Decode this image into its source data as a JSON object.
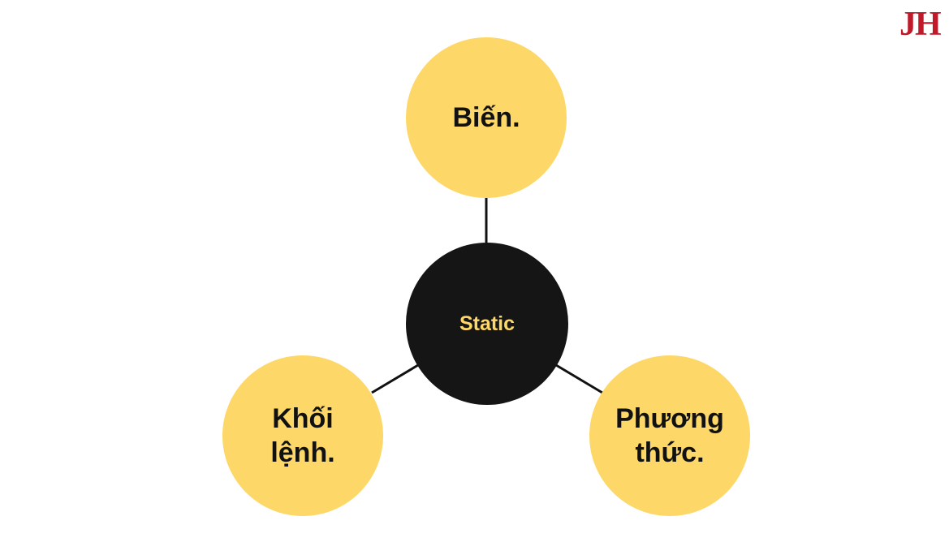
{
  "logo": {
    "text": "JH",
    "color": "#c0192a"
  },
  "colors": {
    "leaf_fill": "#fdd868",
    "hub_fill": "#151515",
    "hub_text": "#fdd868",
    "connector": "#111111"
  },
  "diagram": {
    "center": {
      "label": "Static"
    },
    "nodes": [
      {
        "id": "top",
        "label": "Biến."
      },
      {
        "id": "left",
        "label": "Khối\nlệnh."
      },
      {
        "id": "right",
        "label": "Phương\nthức."
      }
    ]
  }
}
